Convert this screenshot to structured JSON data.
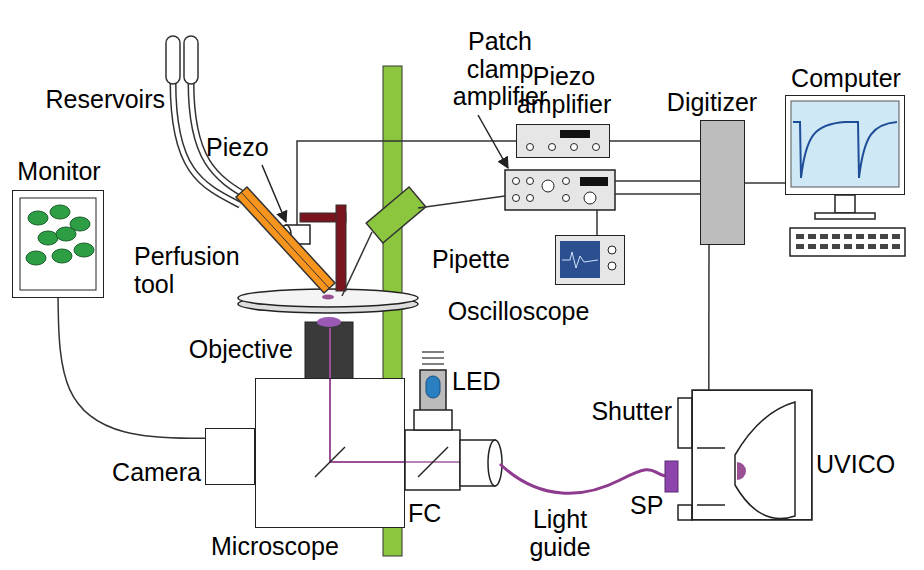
{
  "diagram": {
    "nodes": [
      {
        "text": [
          "Piezo amplifier"
        ]
      },
      {
        "text": [
          "Digitizer"
        ]
      },
      {
        "text": [
          "Computer"
        ]
      },
      {
        "text": [
          "Monitor"
        ]
      },
      {
        "text": [
          "Oscilloscope"
        ]
      },
      {
        "text": [
          "Camera"
        ]
      },
      {
        "text": [
          "Microscope"
        ]
      },
      {
        "text": [
          "UVICO"
        ]
      }
    ],
    "edges": [
      {
        "from": 3,
        "to": 5,
        "arrow": "none"
      },
      {
        "from": 0,
        "to": 1,
        "arrow": "none"
      },
      {
        "from": 1,
        "to": 2,
        "arrow": "none"
      },
      {
        "from": 1,
        "to": 7,
        "arrow": "none"
      }
    ],
    "labels": [
      "Reservoirs",
      "Patch clamp amplifier",
      "Piezo",
      "Perfusion tool",
      "Pipette",
      "Objective",
      "LED",
      "Shutter",
      "FC",
      "SP",
      "Light guide"
    ]
  }
}
